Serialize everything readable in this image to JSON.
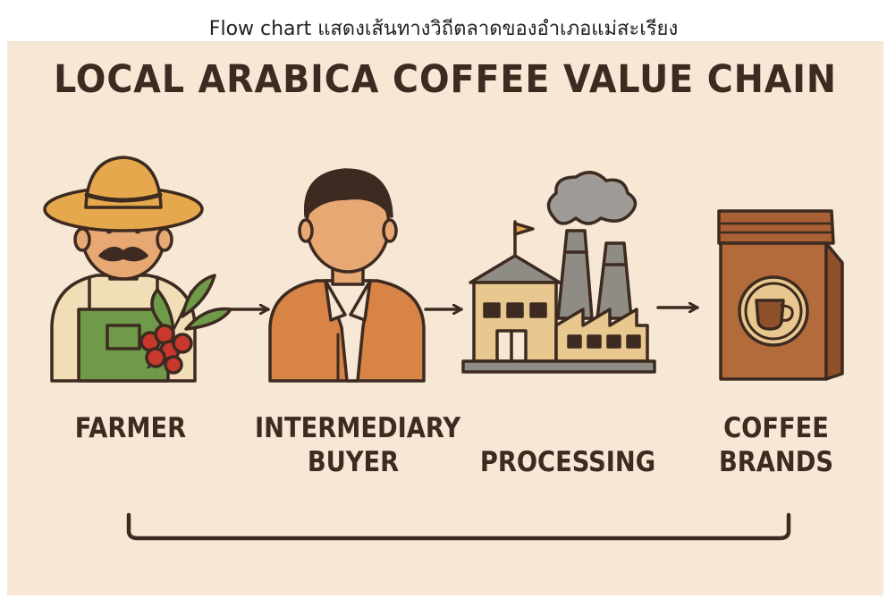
{
  "caption": "Flow chart แสดงเส้นทางวิถีตลาดของอำเภอแม่สะเรียง",
  "title": "LOCAL ARABICA COFFEE VALUE CHAIN",
  "stages": [
    {
      "id": "farmer",
      "label_lines": [
        "FARMER"
      ],
      "icon": "farmer-icon"
    },
    {
      "id": "intermediary-buyer",
      "label_lines": [
        "INTERMEDIARY",
        "BUYER"
      ],
      "icon": "person-icon"
    },
    {
      "id": "processing",
      "label_lines": [
        "PROCESSING"
      ],
      "icon": "factory-icon"
    },
    {
      "id": "coffee-brands",
      "label_lines": [
        "COFFEE",
        "BRANDS"
      ],
      "icon": "coffee-bag-icon"
    }
  ],
  "flow": [
    {
      "from": "farmer",
      "to": "intermediary-buyer"
    },
    {
      "from": "intermediary-buyer",
      "to": "processing"
    },
    {
      "from": "processing",
      "to": "coffee-brands"
    }
  ],
  "colors": {
    "background": "#f6e8d5",
    "ink": "#3d2a20",
    "skin": "#e8a873",
    "hat": "#e6a84c",
    "apron": "#6e9a4a",
    "berry": "#c8382c",
    "jacket": "#d98447",
    "factory": "#e9c88f",
    "bag": "#b36b3c"
  }
}
